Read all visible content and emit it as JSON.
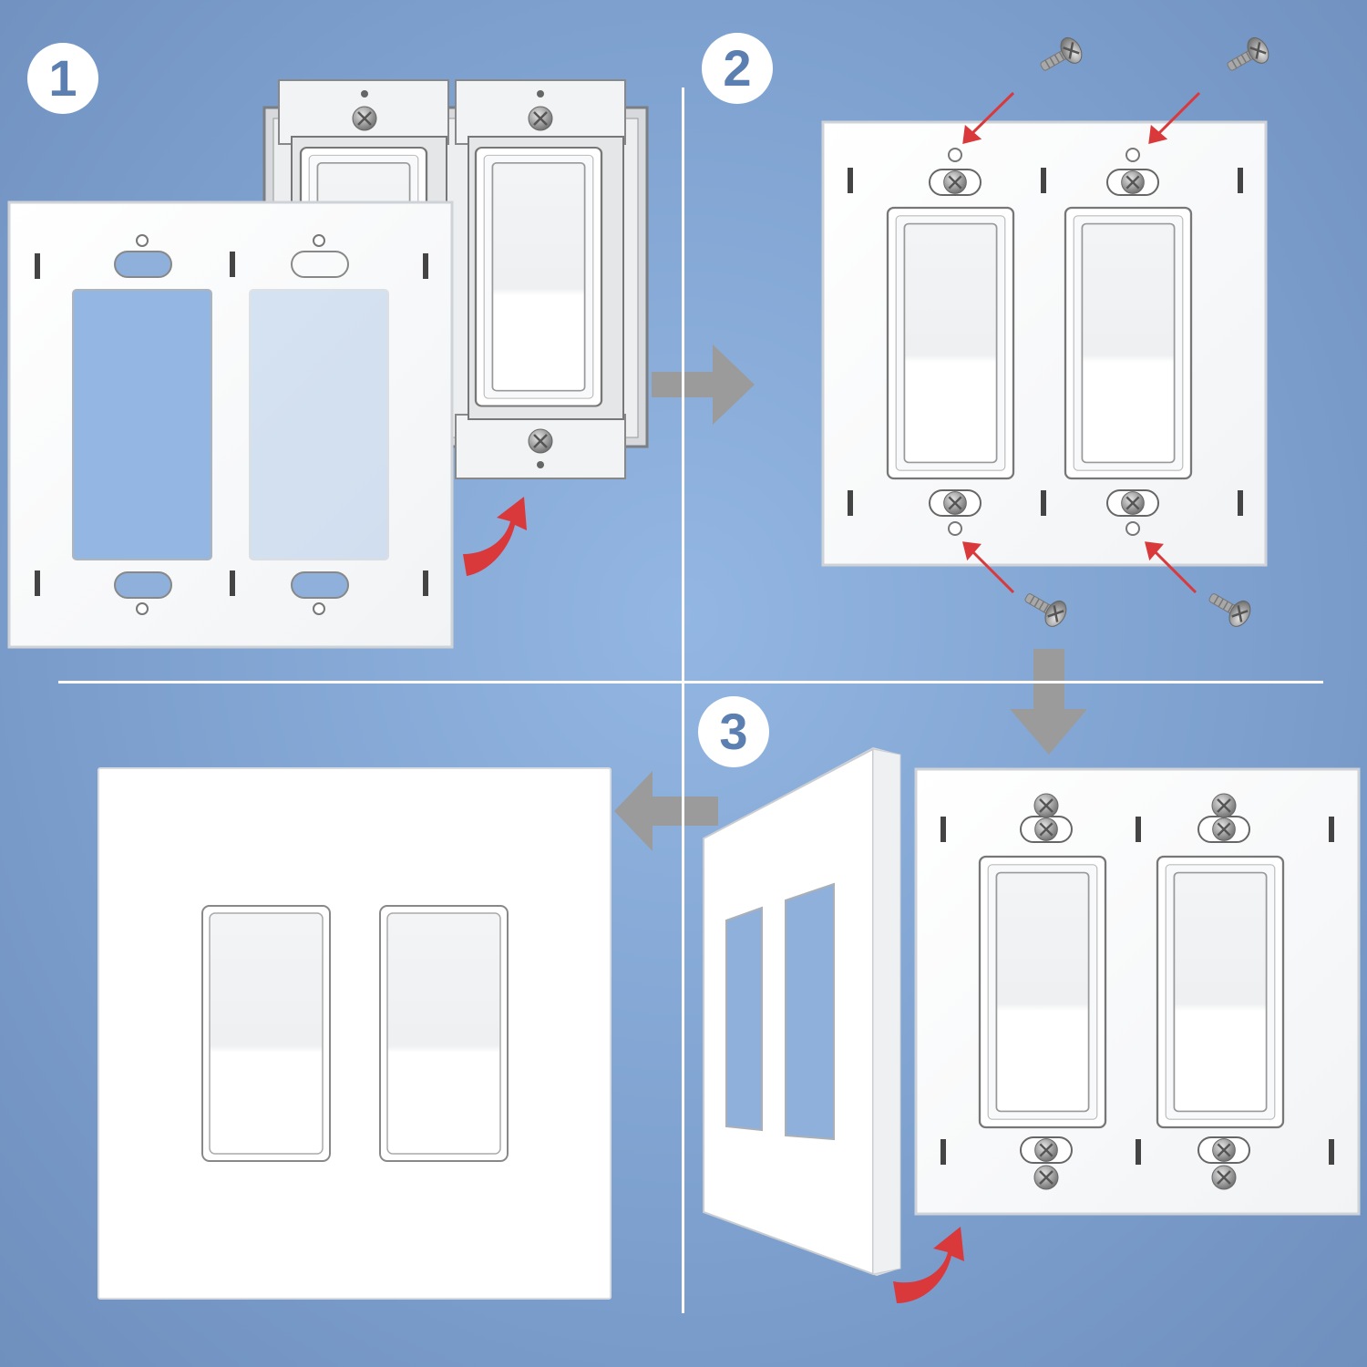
{
  "steps": [
    {
      "number": "1"
    },
    {
      "number": "2"
    },
    {
      "number": "3"
    }
  ],
  "colors": {
    "background": "#7ea1cf",
    "plate": "#ffffff",
    "step_arrow": "#9b9b9b",
    "motion_arrow": "#d9393a",
    "screw": "#9a9a9a",
    "badge_text": "#5a7fb0"
  },
  "icons": {
    "step_arrow": "arrow-right-icon",
    "motion_arrow": "curved-arrow-icon",
    "screw": "screw-icon"
  }
}
